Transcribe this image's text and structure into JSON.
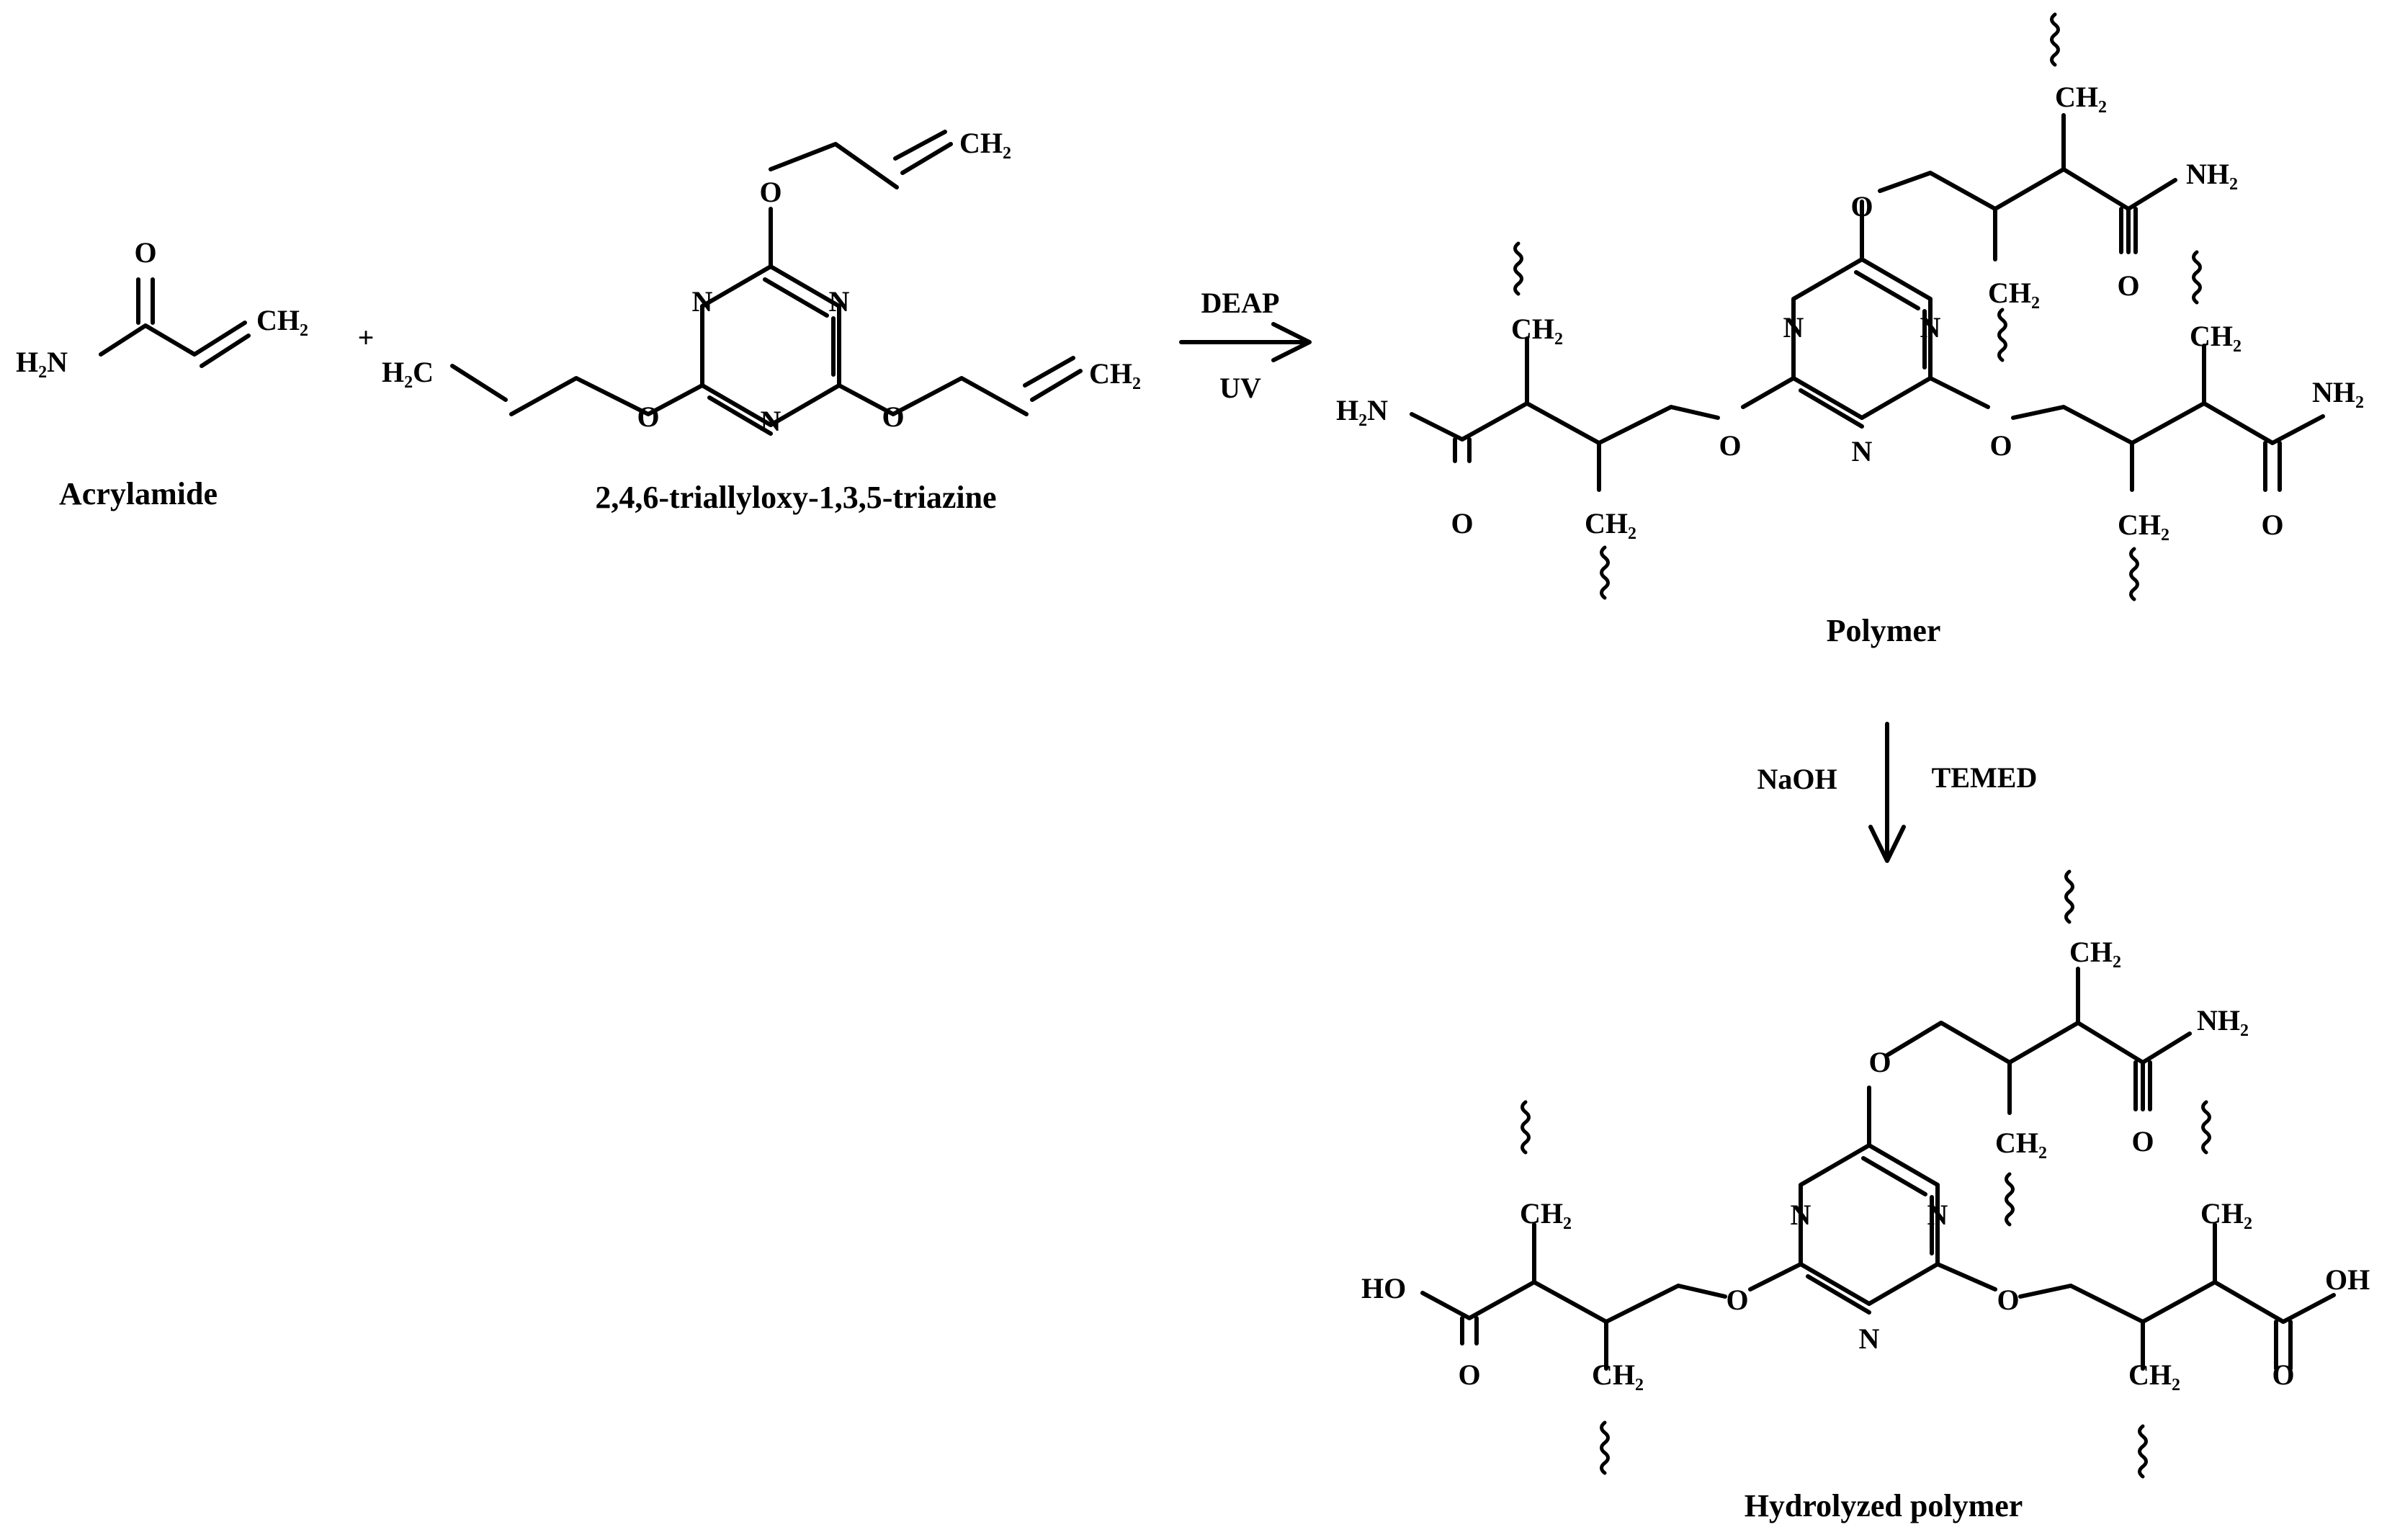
{
  "acrylamide": {
    "name": "Acrylamide",
    "atoms": {
      "o": "O",
      "ch2": "CH₂",
      "h2n": "H₂N"
    }
  },
  "plus": "+",
  "crosslinker": {
    "name": "2,4,6-triallyloxy-1,3,5-triazine",
    "atoms": {
      "ch2": "CH₂",
      "h2c": "H₂C",
      "n": "N",
      "o": "O"
    }
  },
  "step1": {
    "reagent_top": "DEAP",
    "reagent_bottom": "UV"
  },
  "polymer": {
    "name": "Polymer",
    "atoms": {
      "ch2": "CH₂",
      "nh2": "NH₂",
      "h2n": "H₂N",
      "o": "O",
      "n": "N"
    }
  },
  "step2": {
    "reagent_left": "NaOH",
    "reagent_right": "TEMED"
  },
  "hydrolyzed": {
    "name": "Hydrolyzed polymer",
    "atoms": {
      "ch2": "CH₂",
      "nh2": "NH₂",
      "ho": "HO",
      "oh": "OH",
      "o": "O",
      "n": "N"
    }
  }
}
